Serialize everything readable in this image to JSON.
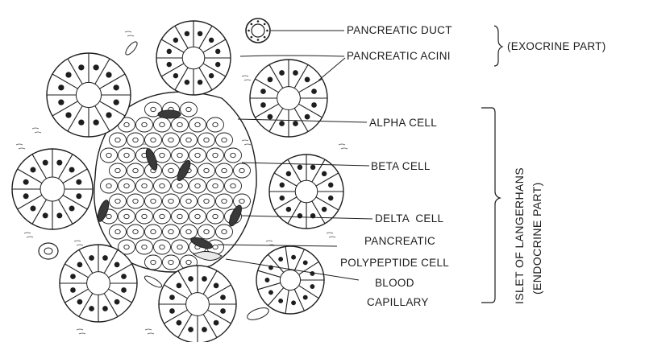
{
  "labels": {
    "pancreatic_duct": "PANCREATIC DUCT",
    "pancreatic_acini": "PANCREATIC ACINI",
    "exocrine_part": "(EXOCRINE PART)",
    "alpha_cell": "ALPHA CELL",
    "beta_cell": "BETA CELL",
    "delta_cell": "DELTA  CELL",
    "pp_cell_line1": "PANCREATIC",
    "pp_cell_line2": "POLYPEPTIDE CELL",
    "blood_line1": "BLOOD",
    "blood_line2": "CAPILLARY",
    "islet": "ISLET OF LANGERHANS",
    "endocrine_part": "(ENDOCRINE PART)"
  }
}
